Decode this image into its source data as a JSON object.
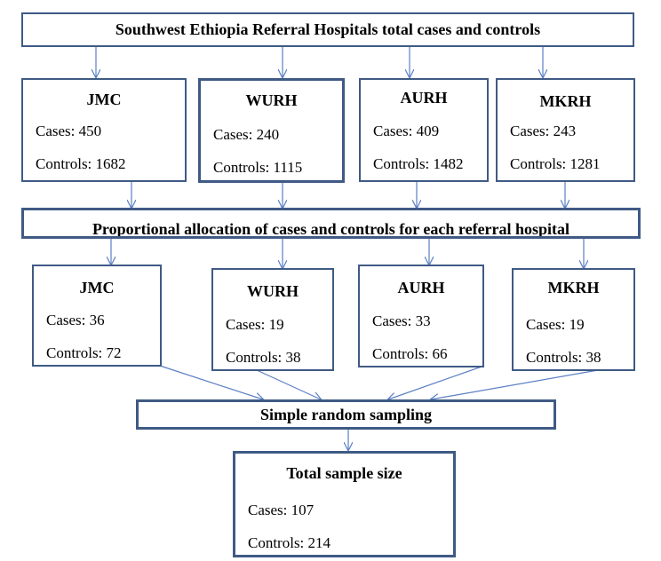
{
  "top_banner": "Southwest Ethiopia Referral Hospitals total cases and controls",
  "hospitals_total": [
    {
      "name": "JMC",
      "cases": "Cases: 450",
      "controls": "Controls: 1682"
    },
    {
      "name": "WURH",
      "cases": "Cases: 240",
      "controls": "Controls: 1115"
    },
    {
      "name": "AURH",
      "cases": "Cases: 409",
      "controls": "Controls: 1482"
    },
    {
      "name": "MKRH",
      "cases": "Cases: 243",
      "controls": "Controls: 1281"
    }
  ],
  "allocation_banner": "Proportional allocation of cases and controls for each referral hospital",
  "hospitals_sample": [
    {
      "name": "JMC",
      "cases": "Cases: 36",
      "controls": "Controls: 72"
    },
    {
      "name": "WURH",
      "cases": "Cases: 19",
      "controls": "Controls: 38"
    },
    {
      "name": "AURH",
      "cases": "Cases: 33",
      "controls": "Controls: 66"
    },
    {
      "name": "MKRH",
      "cases": "Cases: 19",
      "controls": "Controls: 38"
    }
  ],
  "sampling_banner": "Simple random sampling",
  "total": {
    "title": "Total sample size",
    "cases": "Cases: 107",
    "controls": "Controls: 214"
  },
  "colors": {
    "border": "#3f5a85",
    "arrow": "#5b7fc4"
  }
}
